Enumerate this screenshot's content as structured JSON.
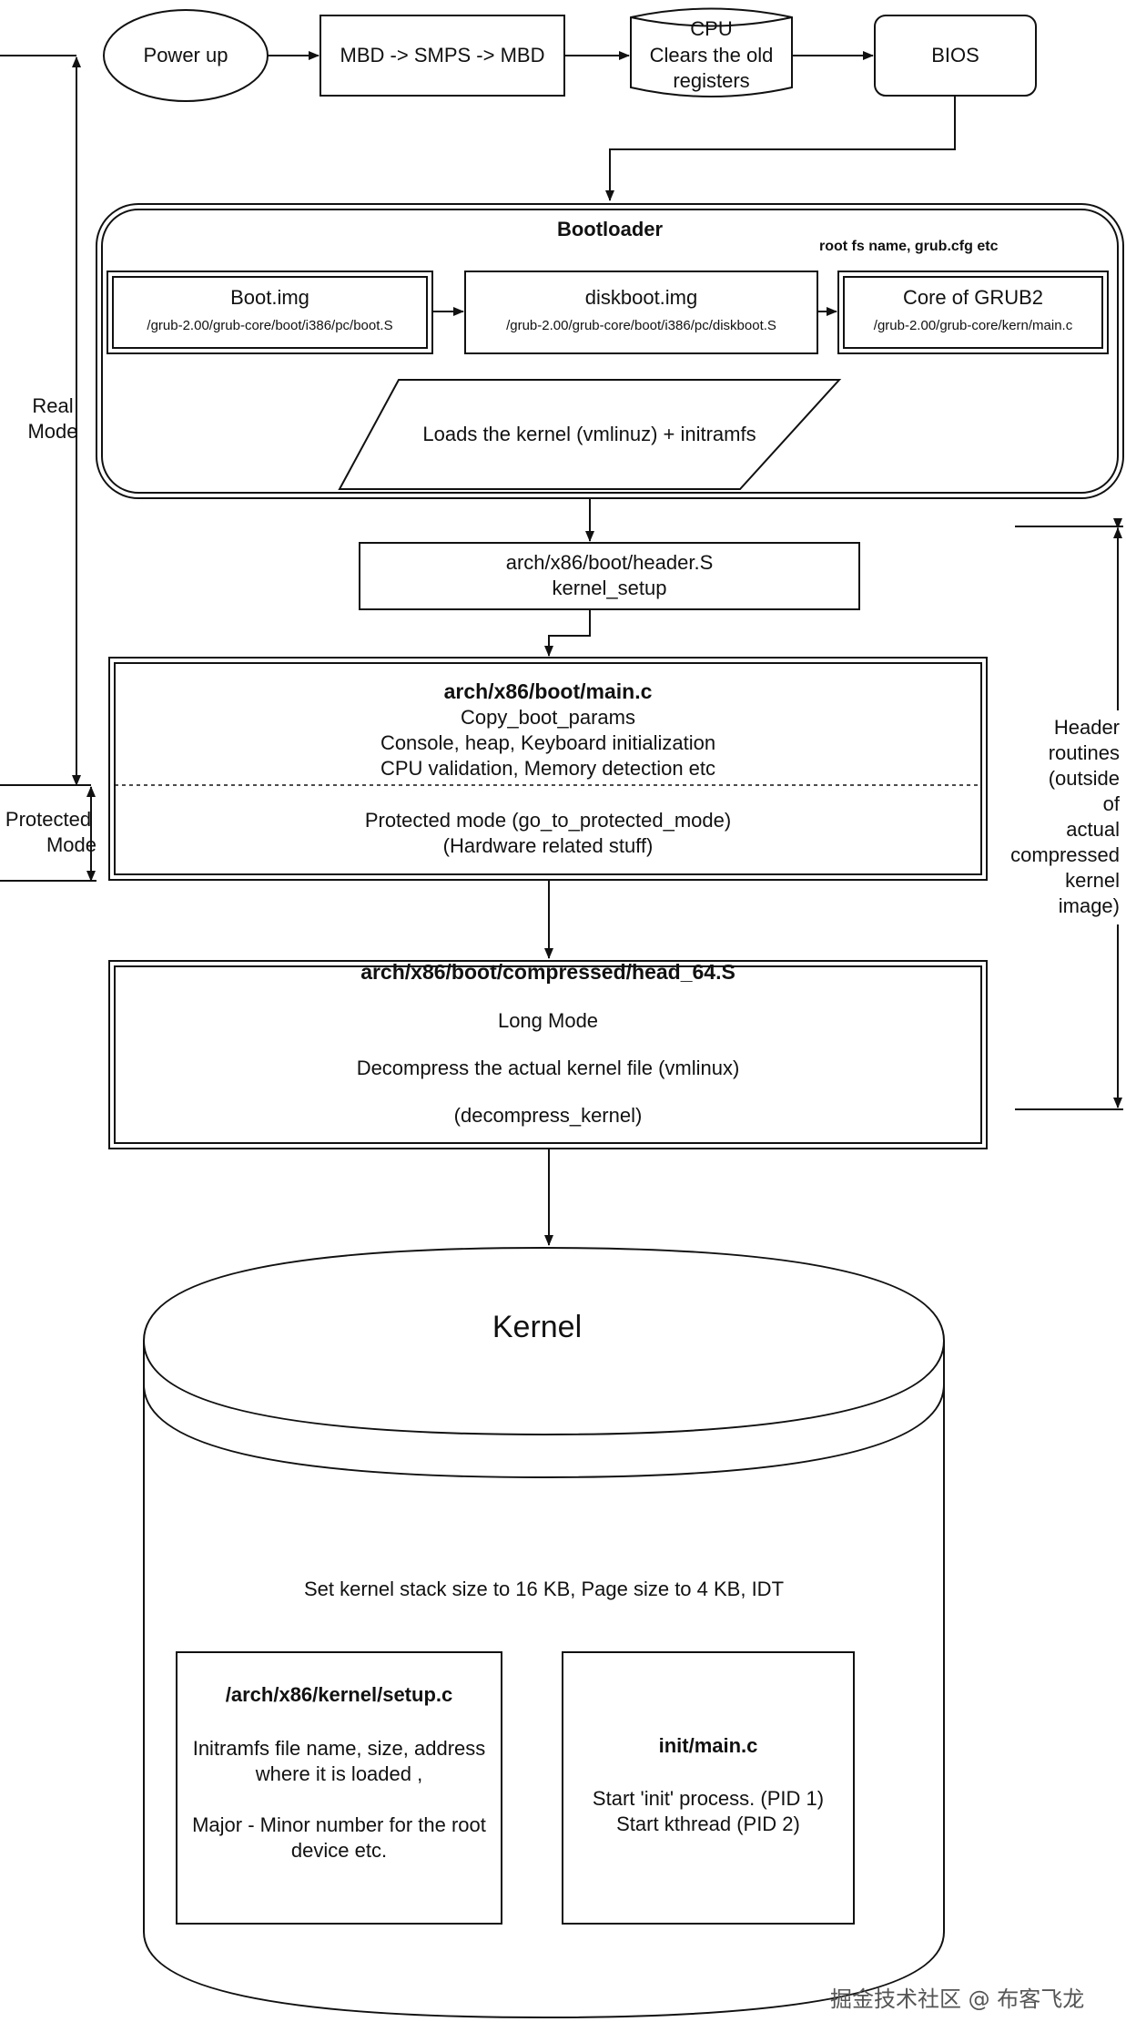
{
  "top": {
    "power_up": "Power up",
    "mbd_smps": "MBD -> SMPS -> MBD",
    "cpu": [
      "CPU",
      "Clears the old",
      "registers"
    ],
    "bios": "BIOS"
  },
  "bootloader": {
    "title": "Bootloader",
    "note": "root fs name, grub.cfg etc",
    "boot_img": {
      "title": "Boot.img",
      "path": "/grub-2.00/grub-core/boot/i386/pc/boot.S"
    },
    "diskboot_img": {
      "title": "diskboot.img",
      "path": "/grub-2.00/grub-core/boot/i386/pc/diskboot.S"
    },
    "core_grub": {
      "title": "Core of GRUB2",
      "path": "/grub-2.00/grub-core/kern/main.c"
    },
    "loads": "Loads the kernel (vmlinuz) + initramfs"
  },
  "header_s": [
    "arch/x86/boot/header.S",
    "kernel_setup"
  ],
  "main_c": {
    "title": "arch/x86/boot/main.c",
    "lines": [
      "Copy_boot_params",
      "Console, heap, Keyboard initialization",
      "CPU validation, Memory detection etc"
    ],
    "protected_lines": [
      "Protected mode (go_to_protected_mode)",
      "(Hardware related stuff)"
    ]
  },
  "head64": {
    "title": "arch/x86/boot/compressed/head_64.S",
    "long_mode": "Long Mode",
    "decompress": "Decompress the actual kernel file (vmlinux)",
    "fn": "(decompress_kernel)"
  },
  "side": {
    "real_mode": [
      "Real",
      "Mode"
    ],
    "protected_mode": [
      "Protected",
      "Mode"
    ],
    "header_routines": [
      "Header",
      "routines",
      "(outside",
      "of",
      "actual",
      "compressed",
      "kernel",
      "image)"
    ]
  },
  "kernel": {
    "title": "Kernel",
    "stack": "Set kernel stack size to 16 KB, Page size to 4 KB, IDT",
    "setup": {
      "title": "/arch/x86/kernel/setup.c",
      "lines": [
        "Initramfs file name, size, address",
        "where it is loaded ,",
        "",
        "Major - Minor number for the root",
        "device etc."
      ]
    },
    "init": {
      "title": "init/main.c",
      "lines": [
        "Start 'init' process. (PID 1)",
        "Start kthread (PID 2)"
      ]
    }
  },
  "watermark": "掘金技术社区 @ 布客飞龙",
  "colors": {
    "stroke": "#111111",
    "background": "#ffffff"
  }
}
